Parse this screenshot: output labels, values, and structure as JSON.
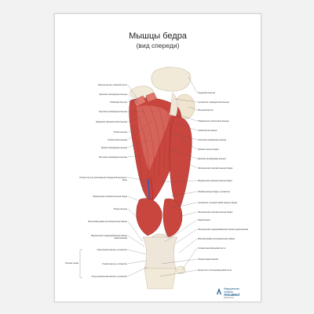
{
  "poster": {
    "title": "Мышцы бедра",
    "subtitle": "(вид спереди)"
  },
  "labels_left": [
    {
      "id": "l1",
      "text": "Верхняя ветвь лобковой кости"
    },
    {
      "id": "l2",
      "text": "Длинная приводящая мышца"
    },
    {
      "id": "l3",
      "text": "Лобковый бугорок"
    },
    {
      "id": "l4",
      "text": "Короткая приводящая мышца"
    },
    {
      "id": "l5",
      "text": "Наружная запирательная мышца"
    },
    {
      "id": "l6",
      "text": "Тонкая мышца"
    },
    {
      "id": "l7",
      "text": "Гребенчатая мышца"
    },
    {
      "id": "l8",
      "text": "Малая приводящая мышца"
    },
    {
      "id": "l9",
      "text": "Большая приводящая мышца"
    },
    {
      "id": "l10",
      "text": "Отверстие для прохождения бедренной артерии и вены"
    },
    {
      "id": "l11",
      "text": "Медиальная широкая мышца бедра"
    },
    {
      "id": "l12",
      "text": "Тонкая мышца"
    },
    {
      "id": "l13",
      "text": "Большеберцовая коллатеральная связка"
    },
    {
      "id": "l14",
      "text": "Медиальная поддерживающая связка надколенника"
    },
    {
      "id": "l15",
      "text": "Портняжная мышца, сухожилие"
    },
    {
      "id": "l16",
      "text": "Тонкая мышца, сухожилие"
    },
    {
      "id": "l17",
      "text": "Полусухожильная мышца, сухожилие"
    }
  ],
  "group_label": "Гусиная лапка",
  "labels_right": [
    {
      "id": "r1",
      "text": "Грудинная мышца"
    },
    {
      "id": "r2",
      "text": "Сухожилие подвздошной мышцы"
    },
    {
      "id": "r3",
      "text": "Большой вертел"
    },
    {
      "id": "r4",
      "text": "Подвздошно-поясничная мышца"
    },
    {
      "id": "r5",
      "text": "Гребенчатая мышца"
    },
    {
      "id": "r6",
      "text": "Короткая приводящая мышца"
    },
    {
      "id": "r7",
      "text": "Прямая мышца бедра"
    },
    {
      "id": "r8",
      "text": "Длинная приводящая мышца"
    },
    {
      "id": "r9",
      "text": "Латеральная широкая мышца бедра"
    },
    {
      "id": "r10",
      "text": "Медиальная широкая мышца бедра"
    },
    {
      "id": "r11",
      "text": "Прямая мышца бедра, сухожилие"
    },
    {
      "id": "r12",
      "text": "Сухожилие четырёхглавой мышцы бедра"
    },
    {
      "id": "r13",
      "text": "Латеральная широкая мышца бедра"
    },
    {
      "id": "r14",
      "text": "Надколенник"
    },
    {
      "id": "r15",
      "text": "Латеральная поддерживающая связка надколенника"
    },
    {
      "id": "r16",
      "text": "Малоберцовая коллатеральная связка"
    },
    {
      "id": "r17",
      "text": "Головка малоберцовой кости"
    },
    {
      "id": "r18",
      "text": "Связка надколенника"
    },
    {
      "id": "r19",
      "text": "Бугристость большеберцовой кости"
    }
  ],
  "logo": {
    "line1": "Медицинская",
    "line2": "техника",
    "brand": "AlmaMed",
    "url": "almamed.su"
  },
  "colors": {
    "muscle": "#c9463f",
    "muscle_light": "#e0776c",
    "tendon": "#efe6da",
    "bone": "#f1ead8",
    "vessel_blue": "#3d5fb0",
    "vessel_red": "#c23030",
    "leader": "#555555",
    "brand": "#1a5a8a"
  }
}
